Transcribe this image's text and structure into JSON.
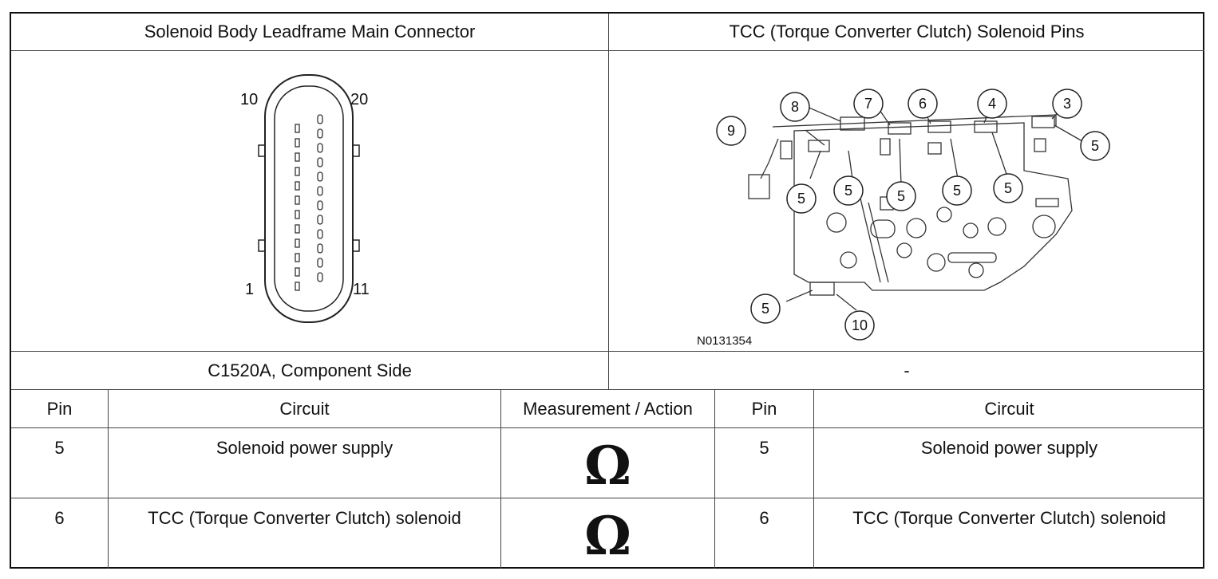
{
  "header": {
    "left": "Solenoid Body Leadframe Main Connector",
    "right": "TCC (Torque Converter Clutch) Solenoid Pins"
  },
  "connector": {
    "pin_labels": {
      "top_left": "10",
      "top_right": "20",
      "bottom_left": "1",
      "bottom_right": "11"
    }
  },
  "solenoid_diagram": {
    "callouts": [
      "8",
      "7",
      "6",
      "4",
      "3",
      "9",
      "5",
      "5",
      "5",
      "5",
      "5",
      "5",
      "5",
      "10"
    ],
    "figure_id": "N0131354"
  },
  "caption": {
    "left": "C1520A, Component Side",
    "right": "-"
  },
  "table": {
    "columns": [
      "Pin",
      "Circuit",
      "Measurement / Action",
      "Pin",
      "Circuit"
    ],
    "rows": [
      {
        "pin_a": "5",
        "circuit_a": "Solenoid power supply",
        "measure": "Ω",
        "pin_b": "5",
        "circuit_b": "Solenoid power supply"
      },
      {
        "pin_a": "6",
        "circuit_a": "TCC (Torque Converter Clutch) solenoid",
        "measure": "Ω",
        "pin_b": "6",
        "circuit_b": "TCC (Torque Converter Clutch) solenoid"
      }
    ]
  }
}
